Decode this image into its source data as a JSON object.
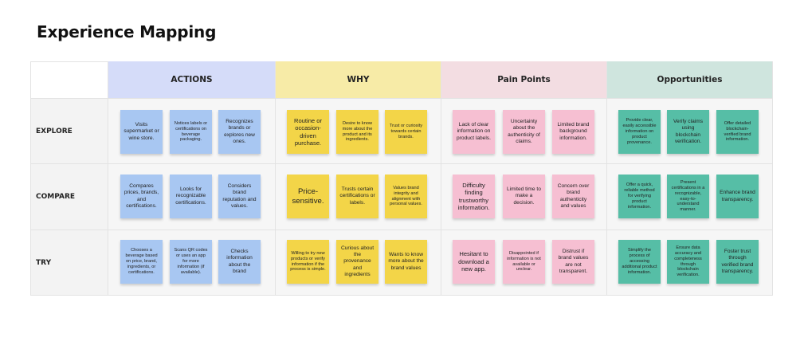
{
  "title": "Experience Mapping",
  "columns": [
    {
      "label": "ACTIONS",
      "color": "#d5dcf9"
    },
    {
      "label": "WHY",
      "color": "#f7eba7"
    },
    {
      "label": "Pain Points",
      "color": "#f3dde2"
    },
    {
      "label": "Opportunities",
      "color": "#cfe5de"
    }
  ],
  "rows": [
    "EXPLORE",
    "COMPARE",
    "TRY"
  ],
  "notes": {
    "explore": {
      "actions": [
        "Visits supermarket or wine store.",
        "Notices labels or certifications on beverage packaging.",
        "Recognizes brands or explores new ones."
      ],
      "why": [
        "Routine or occasion-driven purchase.",
        "Desire to know more about the product and its ingredients.",
        "Trust or curiosity towards certain brands."
      ],
      "pain": [
        "Lack of clear information on product labels.",
        "Uncertainty about the authenticity of claims.",
        "Limited brand background information."
      ],
      "opps": [
        "Provide clear, easily accessible information on product provenance.",
        "Verify claims using blockchain verification.",
        "Offer detailed blockchain-verified brand information."
      ]
    },
    "compare": {
      "actions": [
        "Compares prices, brands, and certifications.",
        "Looks for recognizable certifications.",
        "Considers brand reputation and values."
      ],
      "why": [
        "Price-sensitive.",
        "Trusts certain certifications or labels.",
        "Values brand integrity and alignment with personal values."
      ],
      "pain": [
        "Difficulty finding trustworthy information.",
        "Limited time to make a decision.",
        "Concern over brand authenticity and values"
      ],
      "opps": [
        "Offer a quick, reliable method for verifying product information.",
        "Present certifications in a recognizable, easy-to-understand manner.",
        "Enhance brand transparency."
      ]
    },
    "try": {
      "actions": [
        "Chooses a beverage based on price, brand, ingredients, or certifications.",
        "Scans QR codes or uses an app for more information (if available).",
        "Checks information about the brand"
      ],
      "why": [
        "Willing to try new products or verify information if the process is simple.",
        "Curious about the provenance and ingredients",
        "Wants to know more about the brand values"
      ],
      "pain": [
        "Hesitant to download a new app.",
        "Disappointed if information is not available or unclear.",
        "Distrust if brand values are not transparent."
      ],
      "opps": [
        "Simplify the process of accessing additional product information.",
        "Ensure data accuracy and completeness through blockchain verification.",
        "Foster trust through verified brand transparency."
      ]
    }
  }
}
